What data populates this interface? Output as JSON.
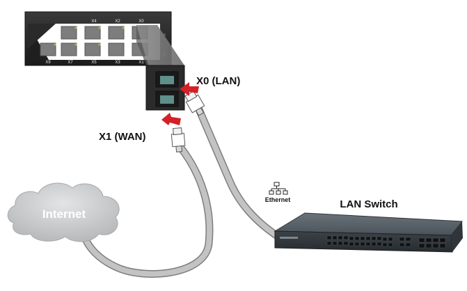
{
  "labels": {
    "port_x0": "X0 (LAN)",
    "port_x1": "X1 (WAN)",
    "ethernet": "Ethernet",
    "lan_switch": "LAN Switch",
    "internet": "Internet"
  },
  "firewall_ports": {
    "top_row": [
      "X4",
      "X2",
      "X0"
    ],
    "bottom_row": [
      "X9",
      "X7",
      "X5",
      "X3",
      "X1"
    ]
  },
  "icons": [
    "ethernet-network-icon",
    "arrow-icon",
    "rj45-plug-icon",
    "cloud-icon"
  ],
  "colors": {
    "device_dark": "#2a2a2a",
    "arrow_red": "#d42027",
    "cable_gray": "#b9b9b9",
    "switch_body": "#4a5259",
    "cloud_gray": "#cfd0d1",
    "port_led_green": "#8fc24a"
  }
}
